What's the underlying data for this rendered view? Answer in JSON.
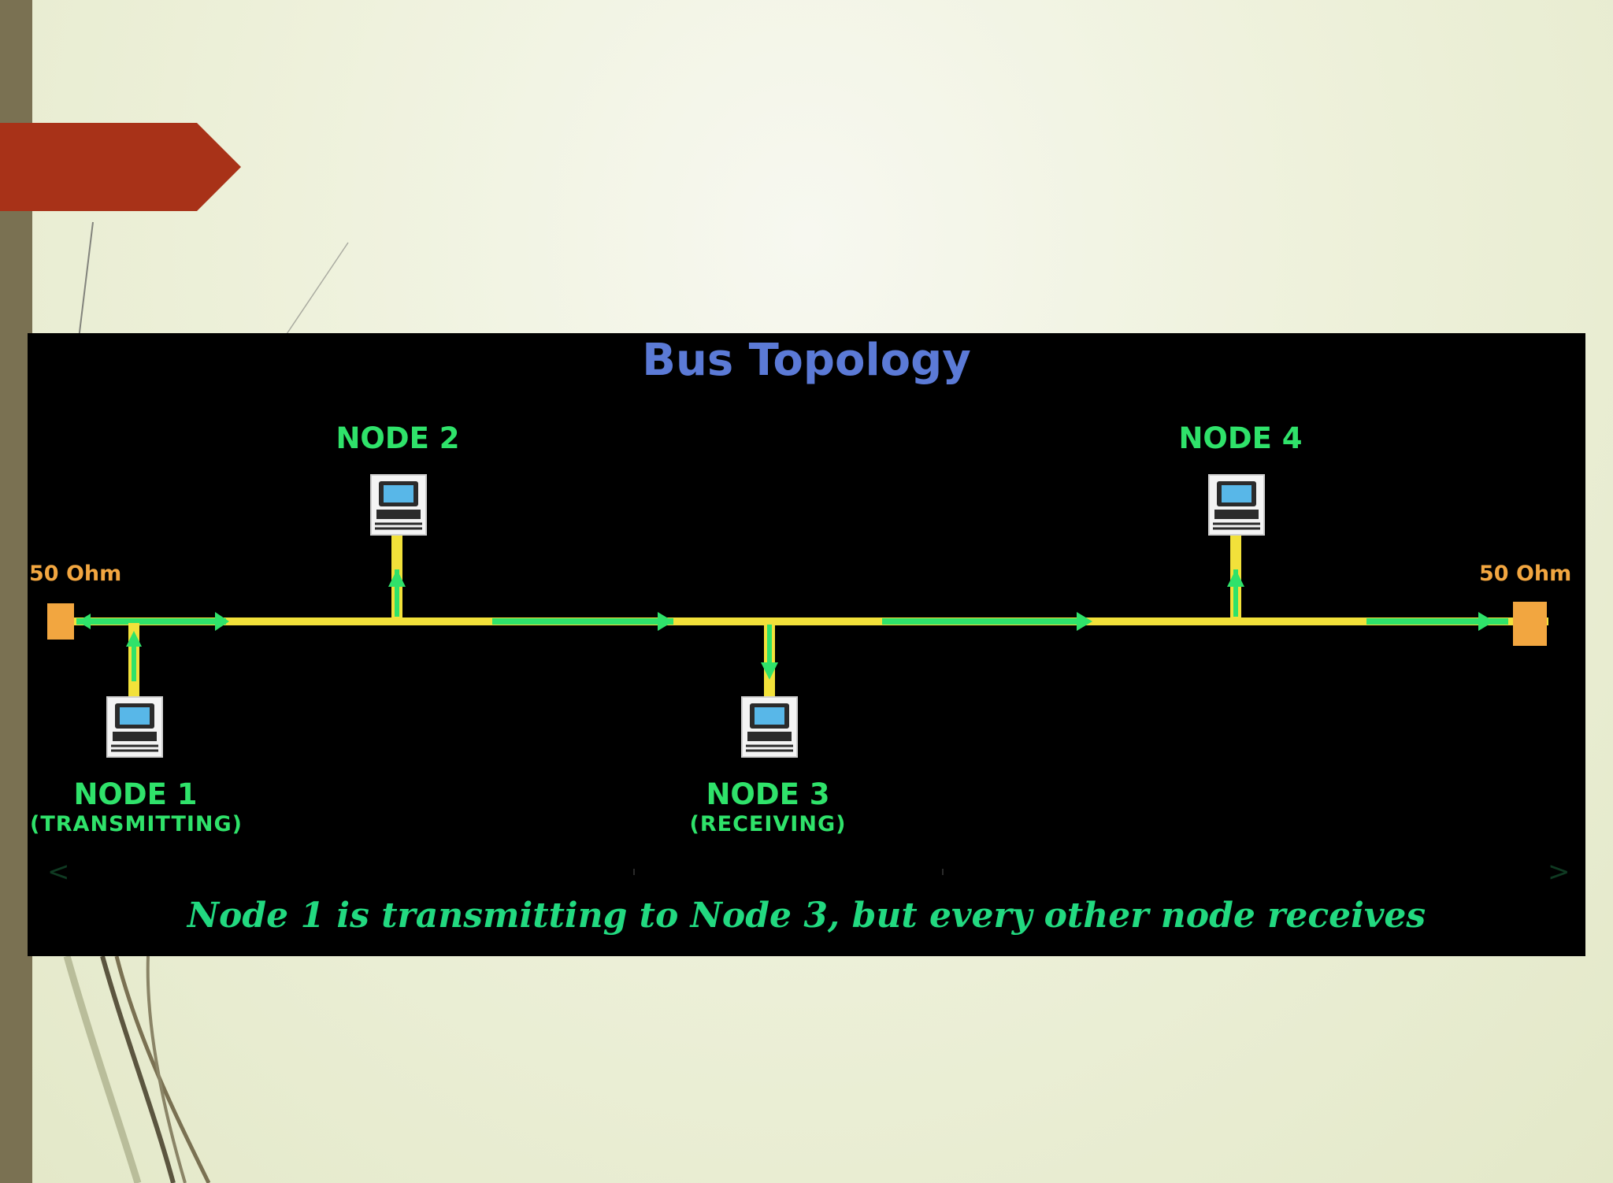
{
  "diagram": {
    "title": "Bus Topology",
    "terminators": [
      {
        "label": "50 Ohm"
      },
      {
        "label": "50 Ohm"
      }
    ],
    "nodes": [
      {
        "name": "NODE 1",
        "role": "(TRANSMITTING)"
      },
      {
        "name": "NODE 2",
        "role": ""
      },
      {
        "name": "NODE 3",
        "role": "(RECEIVING)"
      },
      {
        "name": "NODE 4",
        "role": ""
      }
    ],
    "caption": "Node 1 is transmitting to Node 3, but every other node receives",
    "nav": {
      "prev": "<",
      "next": ">"
    }
  },
  "colors": {
    "title": "#5b7ad6",
    "node_label": "#2fe26a",
    "bus": "#f2e13a",
    "signal": "#2fe26a",
    "terminator": "#f2a640",
    "caption": "#22d980",
    "panel": "#000000",
    "accent_tab": "#a83218",
    "side_bar": "#7a7152"
  },
  "icons": [
    "computer-icon",
    "arrow-right-icon",
    "arrow-up-icon",
    "arrow-down-icon",
    "terminator-icon"
  ]
}
